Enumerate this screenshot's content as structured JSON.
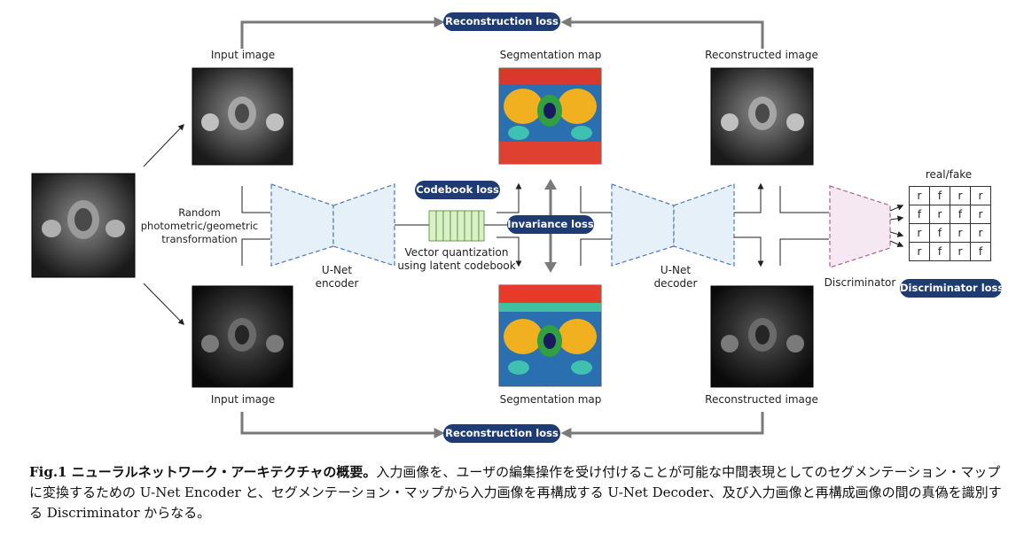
{
  "labels": {
    "input_image_top": "Input image",
    "input_image_bottom": "Input image",
    "seg_map_top": "Segmentation map",
    "seg_map_bottom": "Segmentation map",
    "recon_image_top": "Reconstructed image",
    "recon_image_bottom": "Reconstructed image",
    "random_transform": "Random\nphotometric/geometric\ntransformation",
    "unet_encoder": "U-Net\nencoder",
    "unet_decoder": "U-Net\ndecoder",
    "vector_quant": "Vector quantization\nusing latent codebook",
    "discriminator": "Discriminator",
    "real_fake": "real/fake"
  },
  "losses": {
    "recon_top": "Reconstruction loss",
    "recon_bottom": "Reconstruction loss",
    "codebook": "Codebook loss",
    "invariance": "Invariance loss",
    "discriminator": "Discriminator loss"
  },
  "grid": [
    [
      "r",
      "f",
      "r",
      "r"
    ],
    [
      "f",
      "r",
      "f",
      "r"
    ],
    [
      "r",
      "f",
      "r",
      "r"
    ],
    [
      "r",
      "f",
      "r",
      "f"
    ]
  ],
  "caption": {
    "title": "Fig.1 ニューラルネットワーク・アーキテクチャの概要。",
    "body": "入力画像を、ユーザの編集操作を受け付けることが可能な中間表現としてのセグメンテーション・マップに変換するための U-Net Encoder と、セグメンテーション・マップから入力画像を再構成する U-Net Decoder、及び入力画像と再構成画像の間の真偽を識別する Discriminator からなる。"
  },
  "colors": {
    "pill": "#1f3b73",
    "arrow": "#7a7a7a",
    "unet_fill": "#e6f0f8",
    "unet_stroke": "#4a7ab8",
    "disc_fill": "#f6e8f2",
    "disc_stroke": "#b06090",
    "codebook_fill": "#d9f0c8",
    "codebook_stroke": "#4a8a2a"
  }
}
